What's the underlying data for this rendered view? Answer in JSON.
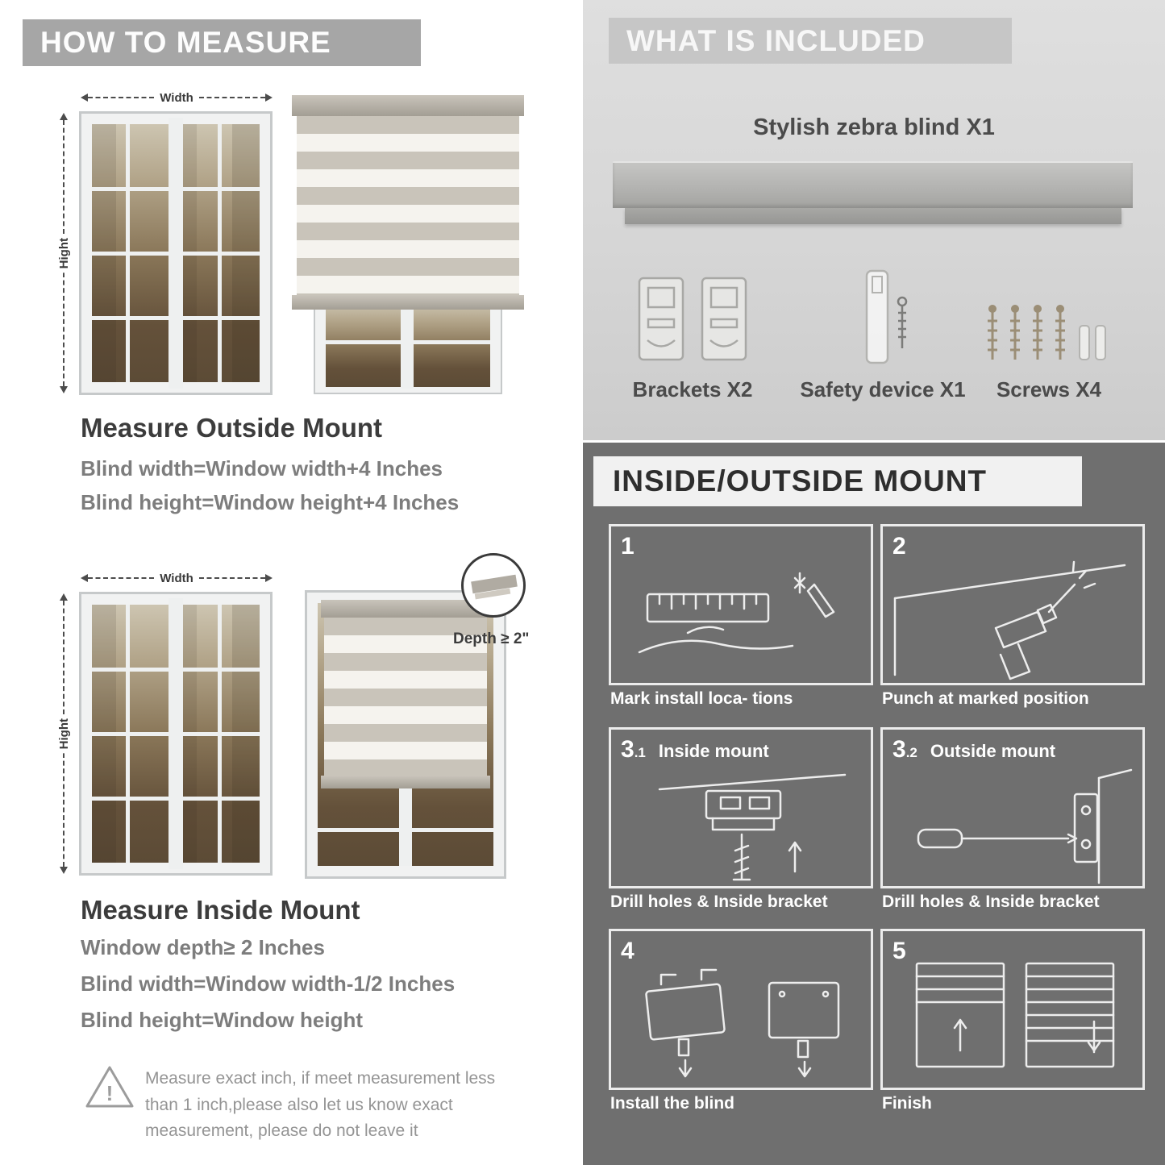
{
  "colors": {
    "left_header_bg": "#a6a6a6",
    "included_bg": "#d8d8d8",
    "included_header_bg": "#c6c6c6",
    "dark_panel_bg": "#6f6f6f",
    "heading_text": "#3c3c3c",
    "formula_text": "#7d7d7d"
  },
  "measure": {
    "header": "HOW TO MEASURE",
    "width_label": "Width",
    "height_label": "Hight",
    "outside": {
      "title": "Measure Outside Mount",
      "line1": "Blind width=Window width+4 Inches",
      "line2": "Blind height=Window height+4 Inches"
    },
    "inside": {
      "title": "Measure Inside Mount",
      "depth_badge": "Depth ≥ 2\"",
      "line1": "Window depth≥ 2 Inches",
      "line2": "Blind width=Window width-1/2 Inches",
      "line3": "Blind height=Window height"
    },
    "warning": {
      "mark": "!",
      "text": "Measure exact inch, if meet measurement less than 1 inch,please also let us know exact measurement, please do not leave it"
    }
  },
  "included": {
    "header": "WHAT IS INCLUDED",
    "blind_label": "Stylish zebra blind X1",
    "items": [
      {
        "label": "Brackets X2"
      },
      {
        "label": "Safety device X1"
      },
      {
        "label": "Screws X4"
      }
    ]
  },
  "mount": {
    "header": "INSIDE/OUTSIDE MOUNT",
    "steps": [
      {
        "num": "1",
        "sub": "",
        "title": "",
        "caption": "Mark install loca- tions"
      },
      {
        "num": "2",
        "sub": "",
        "title": "",
        "caption": "Punch at  marked position"
      },
      {
        "num": "3",
        "sub": ".1",
        "title": "Inside mount",
        "caption": "Drill holes &  Inside bracket"
      },
      {
        "num": "3",
        "sub": ".2",
        "title": "Outside mount",
        "caption": "Drill holes &  Inside bracket"
      },
      {
        "num": "4",
        "sub": "",
        "title": "",
        "caption": "Install the blind"
      },
      {
        "num": "5",
        "sub": "",
        "title": "",
        "caption": "Finish"
      }
    ]
  }
}
